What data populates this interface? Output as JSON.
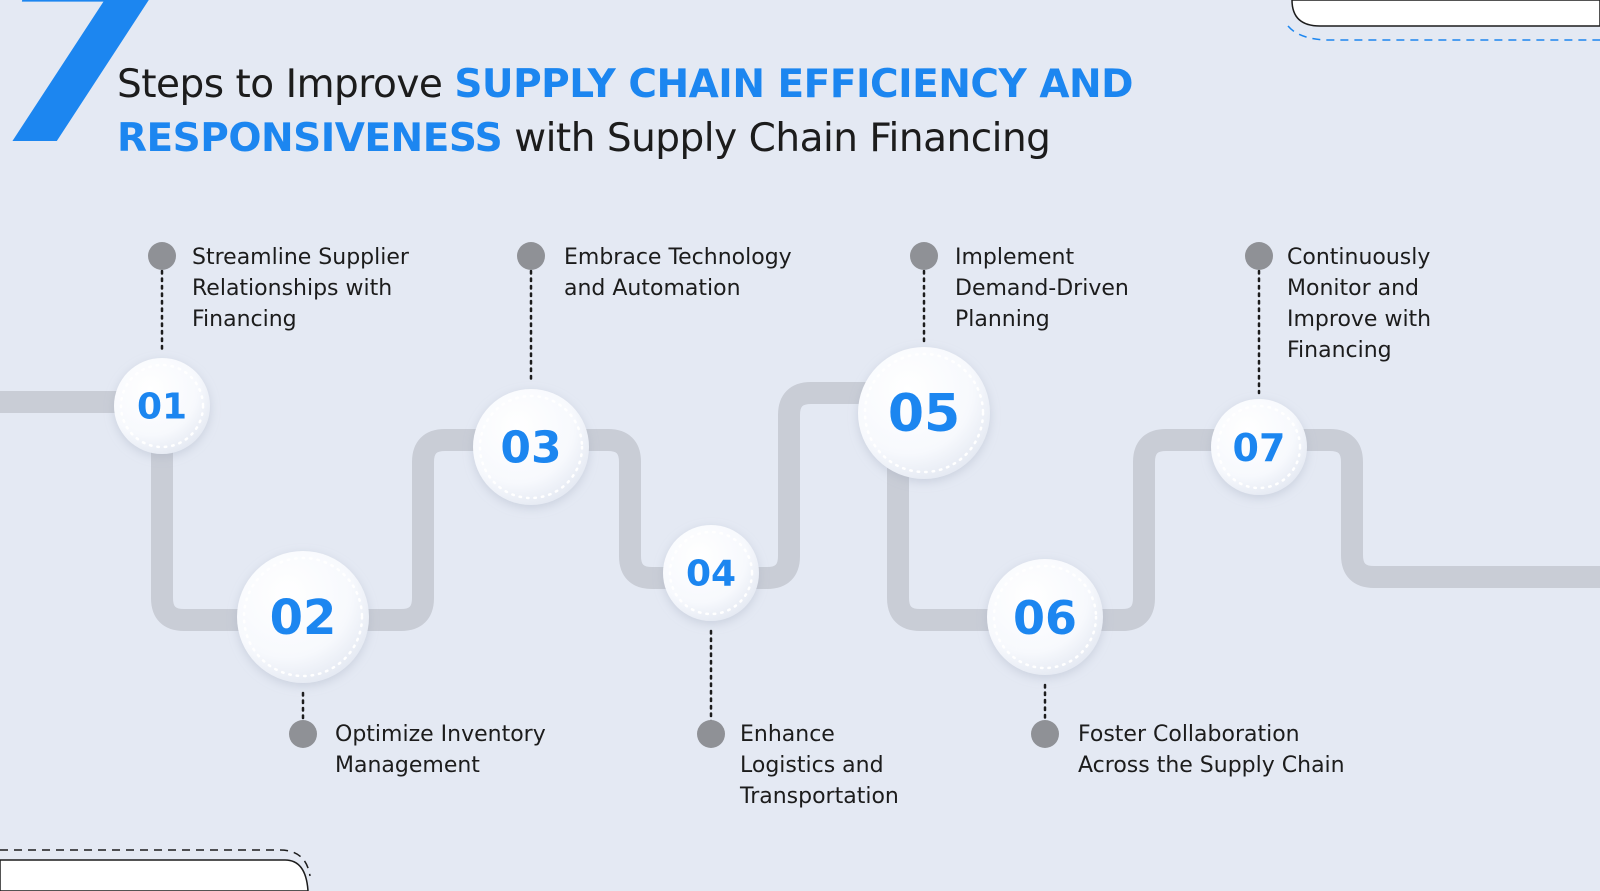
{
  "header": {
    "big_number": "7",
    "title_part1": "Steps to Improve",
    "title_highlight_line1": "SUPPLY CHAIN EFFICIENCY AND",
    "title_highlight_line2": "RESPONSIVENESS",
    "title_part2": "with Supply Chain Financing"
  },
  "steps": [
    {
      "number": "01",
      "text": "Streamline Supplier\nRelationships with\nFinancing"
    },
    {
      "number": "02",
      "text": "Optimize Inventory\nManagement"
    },
    {
      "number": "03",
      "text": "Embrace Technology\nand Automation"
    },
    {
      "number": "04",
      "text": "Enhance\nLogistics and\nTransportation"
    },
    {
      "number": "05",
      "text": "Implement\nDemand-Driven\nPlanning"
    },
    {
      "number": "06",
      "text": "Foster Collaboration\nAcross the Supply Chain"
    },
    {
      "number": "07",
      "text": "Continuously\nMonitor and\nImprove with\nFinancing"
    }
  ],
  "colors": {
    "accent": "#1c86f0",
    "background": "#e4e9f3",
    "path": "#c9cdd6",
    "marker": "#8f9196",
    "text": "#1c1c1c"
  }
}
